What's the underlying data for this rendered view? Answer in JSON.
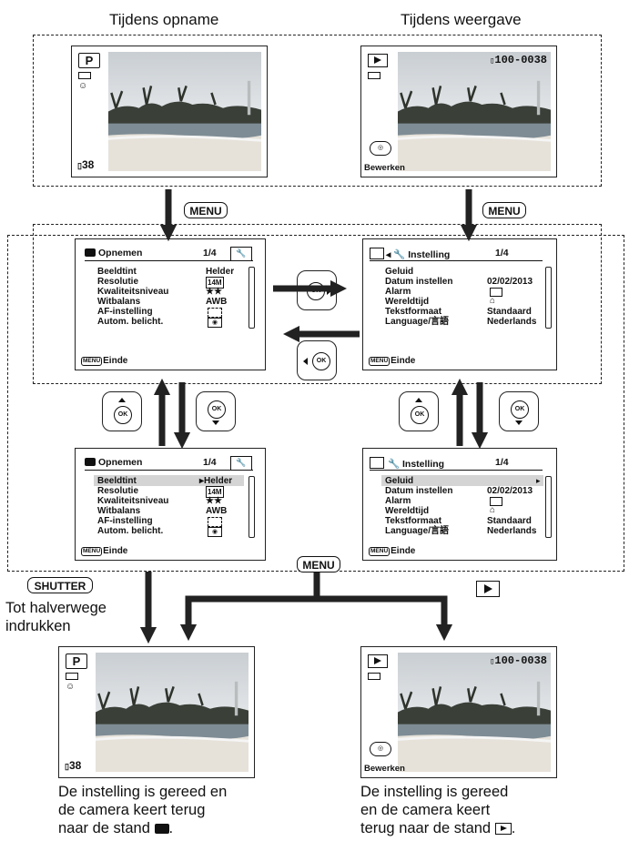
{
  "top_labels": {
    "left": "Tijdens opname",
    "right": "Tijdens weergave"
  },
  "buttons": {
    "menu": "MENU",
    "shutter": "SHUTTER",
    "ok": "OK"
  },
  "shooting_screen": {
    "mode": "P",
    "shots": "38"
  },
  "playback_screen": {
    "file_number": "100-0038",
    "edit_label": "Bewerken"
  },
  "rec_menu": {
    "title": "Opnemen",
    "page": "1/4",
    "items": [
      "Beeldtint",
      "Resolutie",
      "Kwaliteitsniveau",
      "Witbalans",
      "AF-instelling",
      "Autom. belicht."
    ],
    "values": [
      "Helder",
      "14M",
      "★★",
      "AWB",
      "",
      ""
    ],
    "footer": "Einde"
  },
  "setup_menu": {
    "title": "Instelling",
    "page": "1/4",
    "items": [
      "Geluid",
      "Datum instellen",
      "Alarm",
      "Wereldtijd",
      "Tekstformaat",
      "Language/言語"
    ],
    "values": [
      "",
      "02/02/2013",
      "",
      "",
      "Standaard",
      "Nederlands"
    ],
    "footer": "Einde"
  },
  "halfway_label": "Tot halverwege\nindrukken",
  "captions": {
    "left": [
      "De instelling is gereed en",
      "de camera keert terug",
      "naar de stand"
    ],
    "right": [
      "De instelling is gereed",
      "en de camera keert",
      "terug naar de stand"
    ]
  },
  "colors": {
    "line": "#222222",
    "sky": "#d8dde0",
    "sea": "#6f7f8a",
    "sand": "#e6e2da"
  }
}
